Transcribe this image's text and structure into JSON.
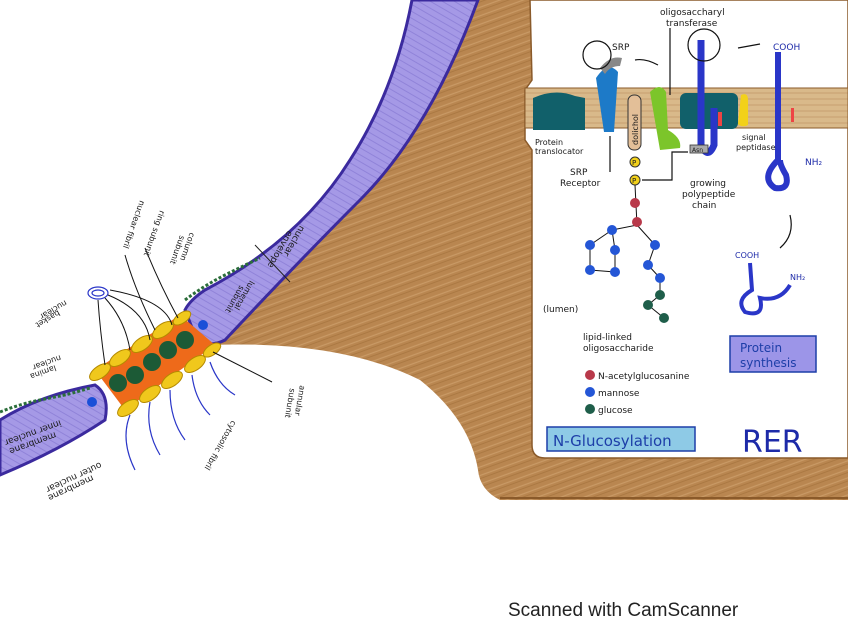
{
  "rer": {
    "title": "RER",
    "lumen_label": "(lumen)",
    "labels": {
      "srp": "SRP",
      "oligosaccharyl_transferase_1": "oligosaccharyl",
      "oligosaccharyl_transferase_2": "transferase",
      "protein_translocator_1": "Protein",
      "protein_translocator_2": "translocator",
      "srp_receptor_1": "SRP",
      "srp_receptor_2": "Receptor",
      "dolichol": "dolichol",
      "phosphate": "P",
      "asn": "Asn",
      "signal_peptidase_1": "signal",
      "signal_peptidase_2": "peptidase",
      "growing_chain_1": "growing",
      "growing_chain_2": "polypeptide",
      "growing_chain_3": "chain",
      "cooh": "COOH",
      "nh2": "NH₂",
      "lipid_linked_1": "lipid-linked",
      "lipid_linked_2": "oligosaccharide"
    },
    "legend": [
      {
        "label": "N-acetylglucosanine",
        "color": "#b8394a"
      },
      {
        "label": "mannose",
        "color": "#2456d6"
      },
      {
        "label": "glucose",
        "color": "#1f5e4a"
      }
    ],
    "boxes": {
      "protein_synthesis_1": "Protein",
      "protein_synthesis_2": "synthesis",
      "n_glucosylation": "N-Glucosylation"
    }
  },
  "nuclear_pore": {
    "labels": {
      "nuclear_envelope_1": "nuclear",
      "nuclear_envelope_2": "envelope",
      "lumenal_subunit_1": "lumenal",
      "lumenal_subunit_2": "subunit",
      "column_subunit_1": "column",
      "column_subunit_2": "subunit",
      "ring_subunit": "ring subunit",
      "nuclear_fibril": "nuclear fibril",
      "nuclear_basket_1": "nuclear",
      "nuclear_basket_2": "basket",
      "nuclear_lamina_1": "nuclear",
      "nuclear_lamina_2": "lamina",
      "inner_membrane_1": "inner nuclear",
      "inner_membrane_2": "membrane",
      "outer_membrane_1": "outer nuclear",
      "outer_membrane_2": "membrane",
      "cytosolic_fibril": "cytosolic fibril",
      "annular_subunit_1": "annular",
      "annular_subunit_2": "subunit"
    }
  },
  "colors": {
    "cytoplasm": "#b98650",
    "membrane_fill": "#9c8fe0",
    "membrane_edge": "#3b2a9e",
    "translocator": "#11606a",
    "pore_orange": "#ee6a1a",
    "pore_yellow": "#f0c81c",
    "pore_green": "#1c5a36",
    "chain_blue": "#2a36c8"
  },
  "watermark": "Scanned with CamScanner"
}
